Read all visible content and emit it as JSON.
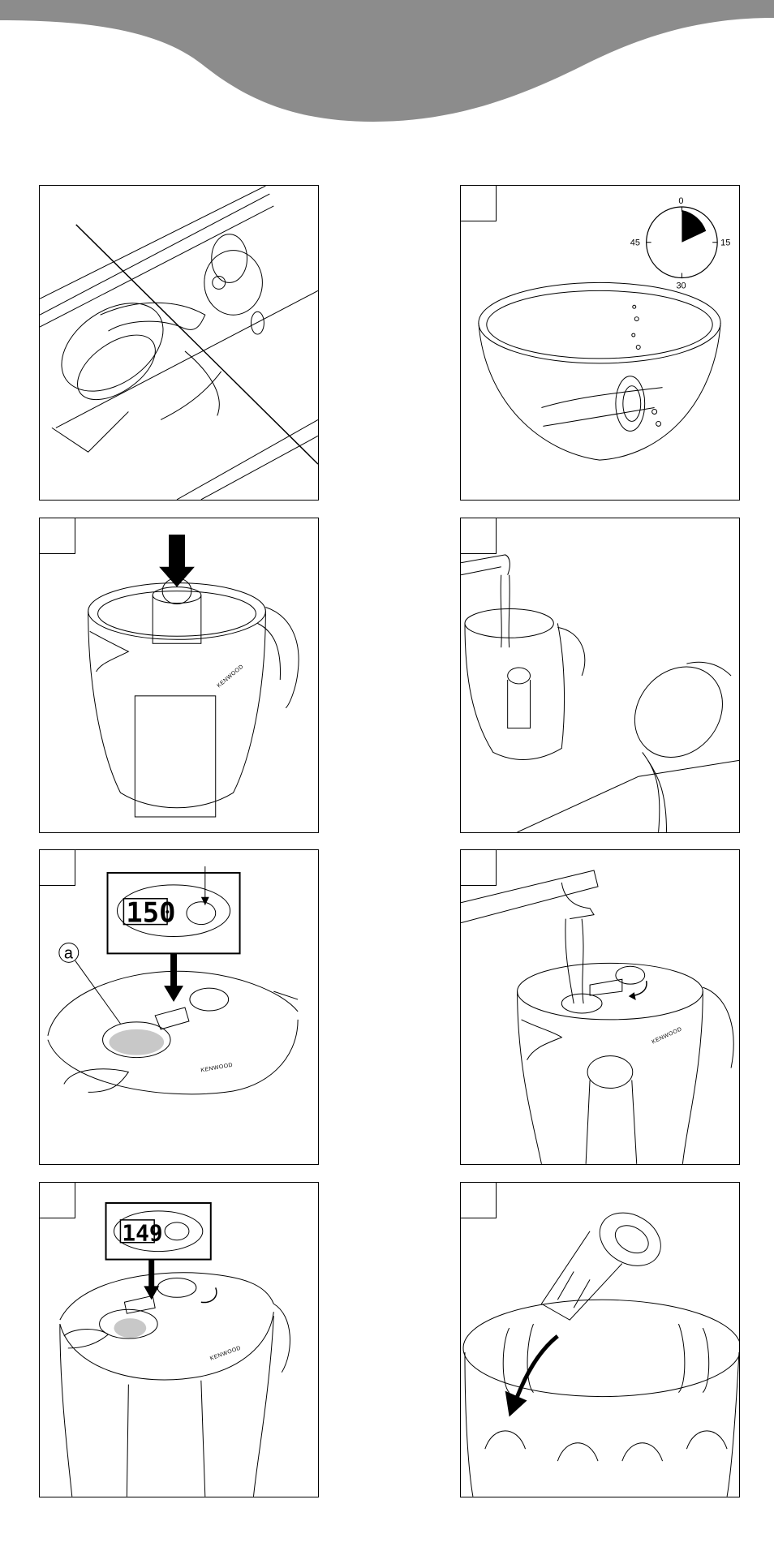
{
  "colors": {
    "header": "#8c8c8c",
    "line": "#000000",
    "shade": "#c8c8c8",
    "background": "#ffffff"
  },
  "panel_soak": {
    "timer_labels": {
      "top": "0",
      "right": "15",
      "bottom": "30",
      "left": "45"
    }
  },
  "panel_display": {
    "lcd_value": "150",
    "callout_letter": "a",
    "brand": "KENWOOD"
  },
  "panel_insert": {
    "brand": "KENWOOD"
  },
  "panel_fill": {
    "brand": "KENWOOD"
  },
  "panel_set": {
    "lcd_value": "149",
    "brand": "KENWOOD"
  }
}
